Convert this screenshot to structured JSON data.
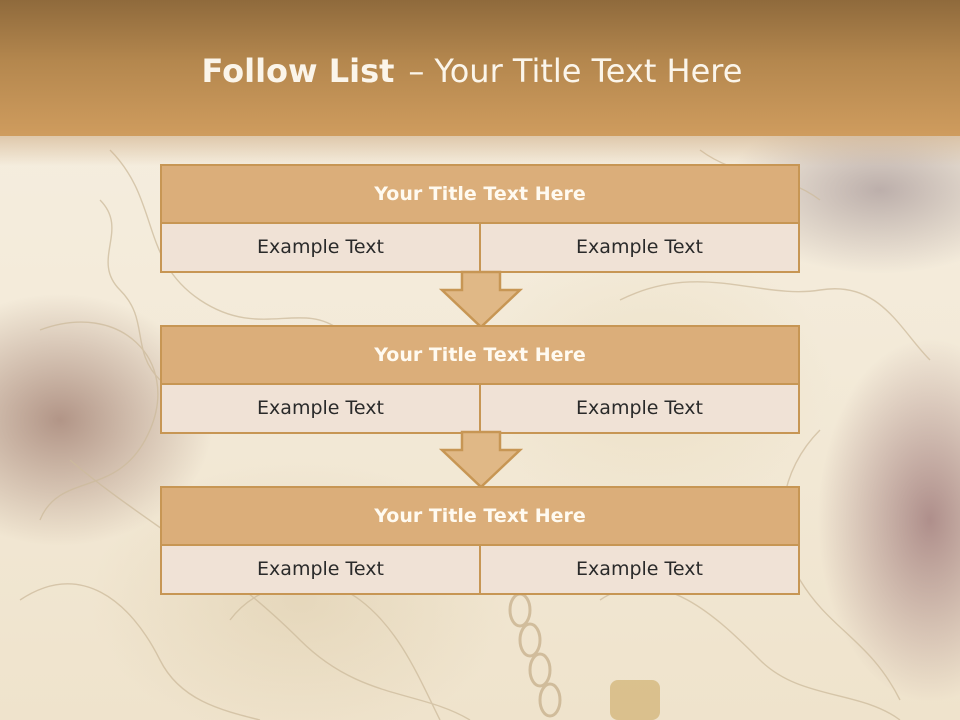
{
  "header": {
    "title_bold": "Follow List",
    "title_separator": "–",
    "title_rest": "Your Title Text Here"
  },
  "blocks": [
    {
      "title": "Your Title Text Here",
      "cells": [
        "Example Text",
        "Example Text"
      ]
    },
    {
      "title": "Your Title Text Here",
      "cells": [
        "Example Text",
        "Example Text"
      ]
    },
    {
      "title": "Your Title Text Here",
      "cells": [
        "Example Text",
        "Example Text"
      ]
    }
  ],
  "colors": {
    "header_band": "#b4874e",
    "block_border": "#c79654",
    "block_title_fill": "#dbae7a",
    "block_cell_fill": "#f0e2d6",
    "arrow_fill": "#e0b886"
  },
  "icons": {
    "connector": "down-arrow-icon"
  }
}
